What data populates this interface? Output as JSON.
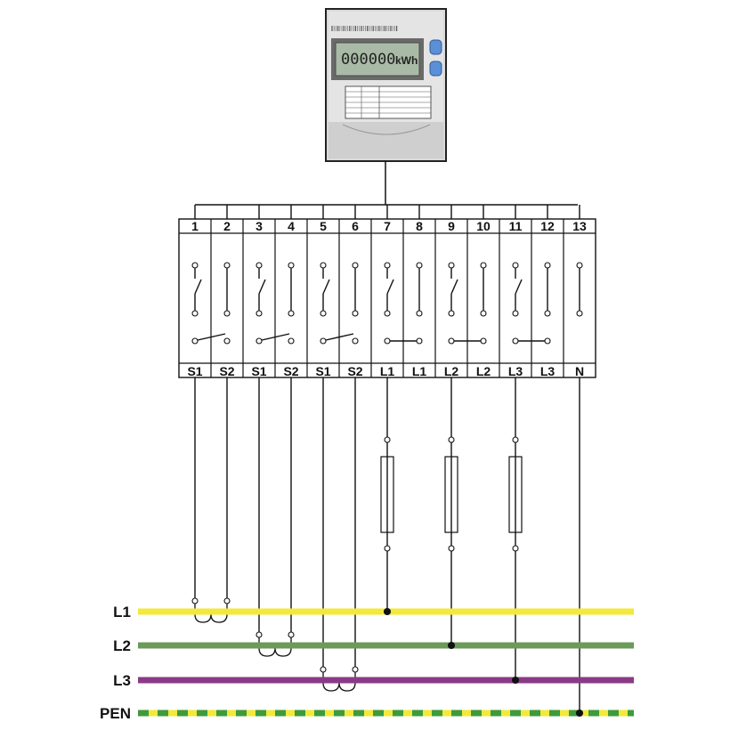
{
  "meter": {
    "display_value": "000000",
    "unit": "kWh"
  },
  "terminals": [
    {
      "number": "1",
      "label": "S1",
      "type": "current",
      "group": 1
    },
    {
      "number": "2",
      "label": "S2",
      "type": "current",
      "group": 1
    },
    {
      "number": "3",
      "label": "S1",
      "type": "current",
      "group": 2
    },
    {
      "number": "4",
      "label": "S2",
      "type": "current",
      "group": 2
    },
    {
      "number": "5",
      "label": "S1",
      "type": "current",
      "group": 3
    },
    {
      "number": "6",
      "label": "S2",
      "type": "current",
      "group": 3
    },
    {
      "number": "7",
      "label": "L1",
      "type": "voltage",
      "group": 1
    },
    {
      "number": "8",
      "label": "L1",
      "type": "voltage",
      "group": 1
    },
    {
      "number": "9",
      "label": "L2",
      "type": "voltage",
      "group": 2
    },
    {
      "number": "10",
      "label": "L2",
      "type": "voltage",
      "group": 2
    },
    {
      "number": "11",
      "label": "L3",
      "type": "voltage",
      "group": 3
    },
    {
      "number": "12",
      "label": "L3",
      "type": "voltage",
      "group": 3
    },
    {
      "number": "13",
      "label": "N",
      "type": "neutral",
      "group": 0
    }
  ],
  "busbars": [
    {
      "label": "L1",
      "color": "#f2e93a",
      "stripe": ""
    },
    {
      "label": "L2",
      "color": "#6b9a5b",
      "stripe": ""
    },
    {
      "label": "L3",
      "color": "#8a3b86",
      "stripe": ""
    },
    {
      "label": "PEN",
      "color": "#f2e93a",
      "stripe": "#3f9a3a"
    }
  ],
  "colors": {
    "meter_body": "#d7d7d7",
    "lcd_background": "#a9bba6",
    "buttons": "#5b8fd6",
    "terminal_block": "#ffffff",
    "wire": "#111111"
  }
}
